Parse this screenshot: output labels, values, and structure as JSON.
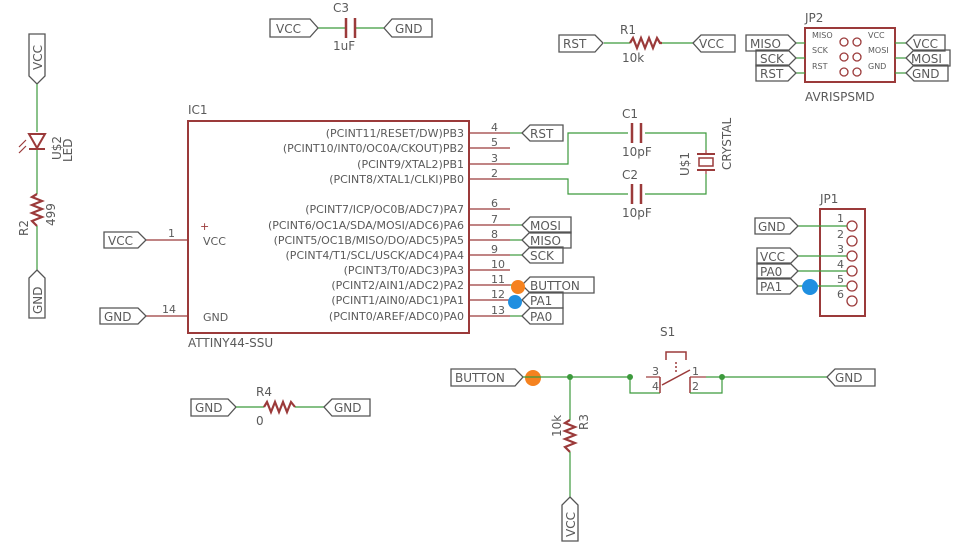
{
  "colors": {
    "wire": "#3c9a3c",
    "symbol": "#9b3a3a",
    "text": "#5a5a5a",
    "label_border": "#555555",
    "marker_orange": "#f5821f",
    "marker_blue": "#1f8fe0",
    "background": "#ffffff"
  },
  "ic1": {
    "name": "IC1",
    "value": "ATTINY44-SSU",
    "pins": [
      {
        "num": "4",
        "label": "(PCINT11/RESET/DW)PB3"
      },
      {
        "num": "5",
        "label": "(PCINT10/INT0/OC0A/CKOUT)PB2"
      },
      {
        "num": "3",
        "label": "(PCINT9/XTAL2)PB1"
      },
      {
        "num": "2",
        "label": "(PCINT8/XTAL1/CLKI)PB0"
      },
      {
        "num": "6",
        "label": "(PCINT7/ICP/OC0B/ADC7)PA7"
      },
      {
        "num": "7",
        "label": "(PCINT6/OC1A/SDA/MOSI/ADC6)PA6"
      },
      {
        "num": "8",
        "label": "(PCINT5/OC1B/MISO/DO/ADC5)PA5"
      },
      {
        "num": "9",
        "label": "(PCINT4/T1/SCL/USCK/ADC4)PA4"
      },
      {
        "num": "10",
        "label": "(PCINT3/T0/ADC3)PA3"
      },
      {
        "num": "11",
        "label": "(PCINT2/AIN1/ADC2)PA2"
      },
      {
        "num": "12",
        "label": "(PCINT1/AIN0/ADC1)PA1"
      },
      {
        "num": "13",
        "label": "(PCINT0/AREF/ADC0)PA0"
      }
    ],
    "vcc_pin": {
      "num": "1",
      "label": "VCC"
    },
    "gnd_pin": {
      "num": "14",
      "label": "GND"
    },
    "plus": "+"
  },
  "net_labels": {
    "vcc": "VCC",
    "gnd": "GND",
    "rst": "RST",
    "mosi": "MOSI",
    "miso": "MISO",
    "sck": "SCK",
    "button": "BUTTON",
    "pa1": "PA1",
    "pa0": "PA0"
  },
  "c3": {
    "name": "C3",
    "value": "1uF"
  },
  "r1": {
    "name": "R1",
    "value": "10k"
  },
  "c1": {
    "name": "C1",
    "value": "10pF"
  },
  "c2": {
    "name": "C2",
    "value": "10pF"
  },
  "crystal": {
    "name": "U$1",
    "value": "CRYSTAL"
  },
  "led": {
    "name": "U$2",
    "value": "LED"
  },
  "r2": {
    "name": "R2",
    "value": "499"
  },
  "r3": {
    "name": "R3",
    "value": "10k"
  },
  "r4": {
    "name": "R4",
    "value": "0"
  },
  "s1": {
    "name": "S1",
    "pins": [
      "3",
      "4",
      "1",
      "2"
    ]
  },
  "jp2": {
    "name": "JP2",
    "value": "AVRISPSMD",
    "pin_labels": [
      "MISO",
      "SCK",
      "RST",
      "VCC",
      "MOSI",
      "GND"
    ]
  },
  "jp1": {
    "name": "JP1",
    "pins": [
      "1",
      "2",
      "3",
      "4",
      "5",
      "6"
    ]
  }
}
